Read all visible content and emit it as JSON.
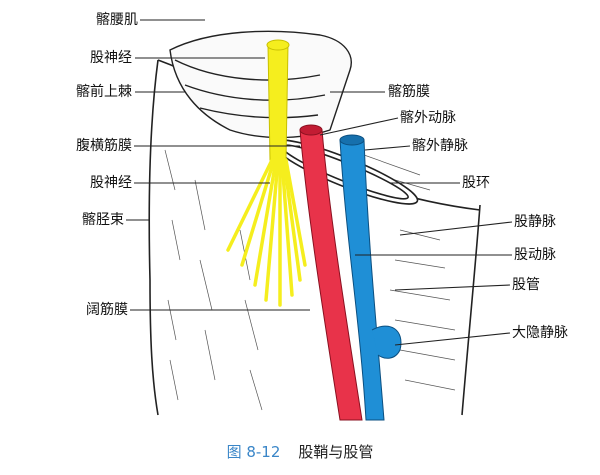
{
  "labels": {
    "iliopsoas": "髂腰肌",
    "femoral_nerve_top": "股神经",
    "asis": "髂前上棘",
    "iliac_fascia": "髂筋膜",
    "ext_iliac_artery": "髂外动脉",
    "transversalis_fascia": "腹横筋膜",
    "ext_iliac_vein": "髂外静脉",
    "femoral_nerve_mid": "股神经",
    "femoral_ring": "股环",
    "iliotibial_tract": "髂胫束",
    "femoral_vein": "股静脉",
    "femoral_artery": "股动脉",
    "femoral_canal": "股管",
    "fascia_lata": "阔筋膜",
    "great_saphenous_vein": "大隐静脉"
  },
  "caption": {
    "number": "图 8-12",
    "title": "股鞘与股管"
  },
  "colors": {
    "nerve": "#f5ee1e",
    "artery": "#e8334a",
    "vein": "#1f8fd6",
    "caption_number": "#3a86c8",
    "ink": "#222222"
  }
}
